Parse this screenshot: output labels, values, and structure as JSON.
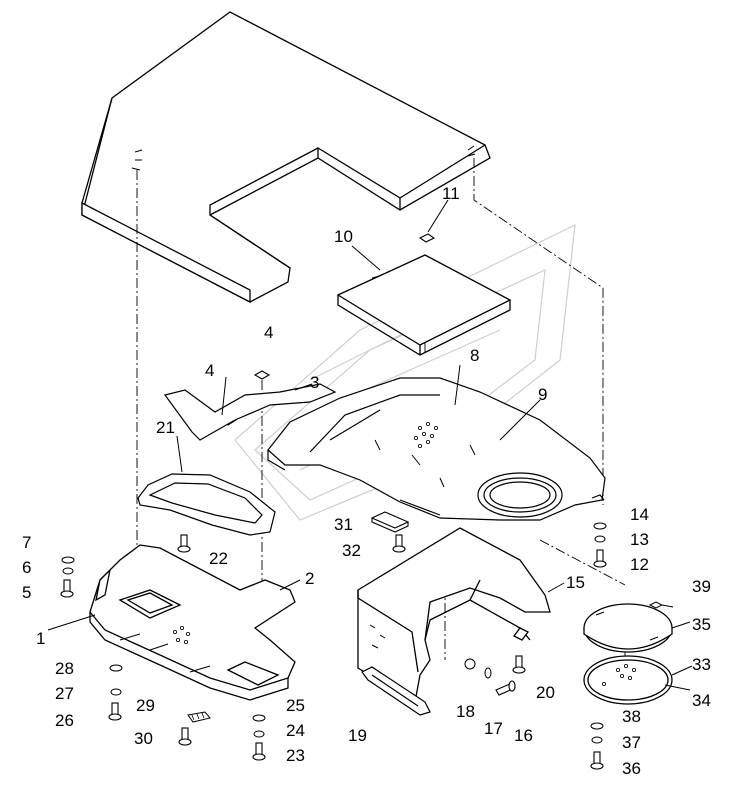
{
  "callouts": [
    "1",
    "2",
    "3",
    "4",
    "5",
    "6",
    "7",
    "8",
    "9",
    "10",
    "11",
    "12",
    "13",
    "14",
    "15",
    "16",
    "17",
    "18",
    "19",
    "20",
    "21",
    "22",
    "23",
    "24",
    "25",
    "26",
    "27",
    "28",
    "29",
    "30",
    "31",
    "32",
    "33",
    "34",
    "35",
    "36",
    "37",
    "38",
    "39"
  ],
  "colors": {
    "line": "#000000",
    "background": "#ffffff",
    "watermark": "#cfcfcf"
  }
}
